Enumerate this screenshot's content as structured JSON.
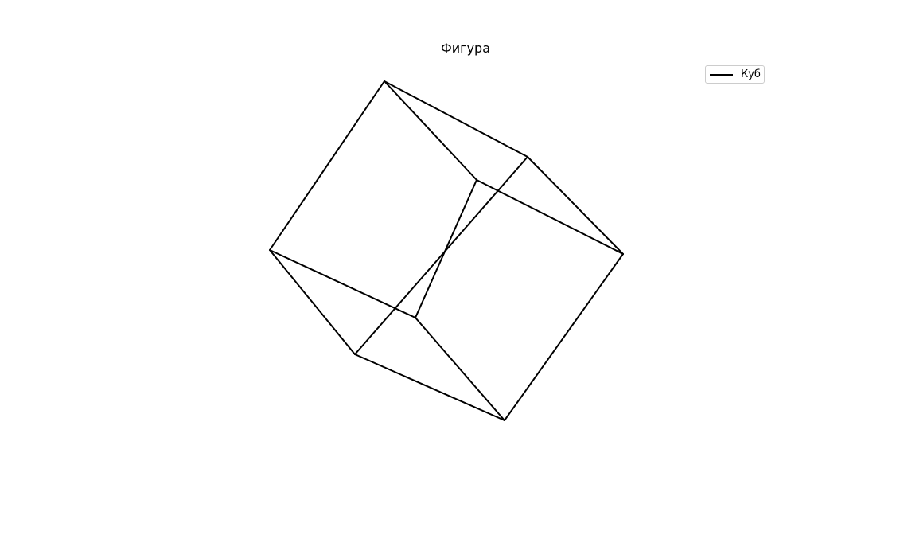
{
  "figure": {
    "title": "Фигура"
  },
  "legend": {
    "items": [
      {
        "label": "Куб",
        "color": "#000000"
      }
    ]
  },
  "diagram": {
    "shape": "cube",
    "style": "wireframe",
    "edge_color": "#000000",
    "vertex_count": 8,
    "edge_count": 12
  }
}
